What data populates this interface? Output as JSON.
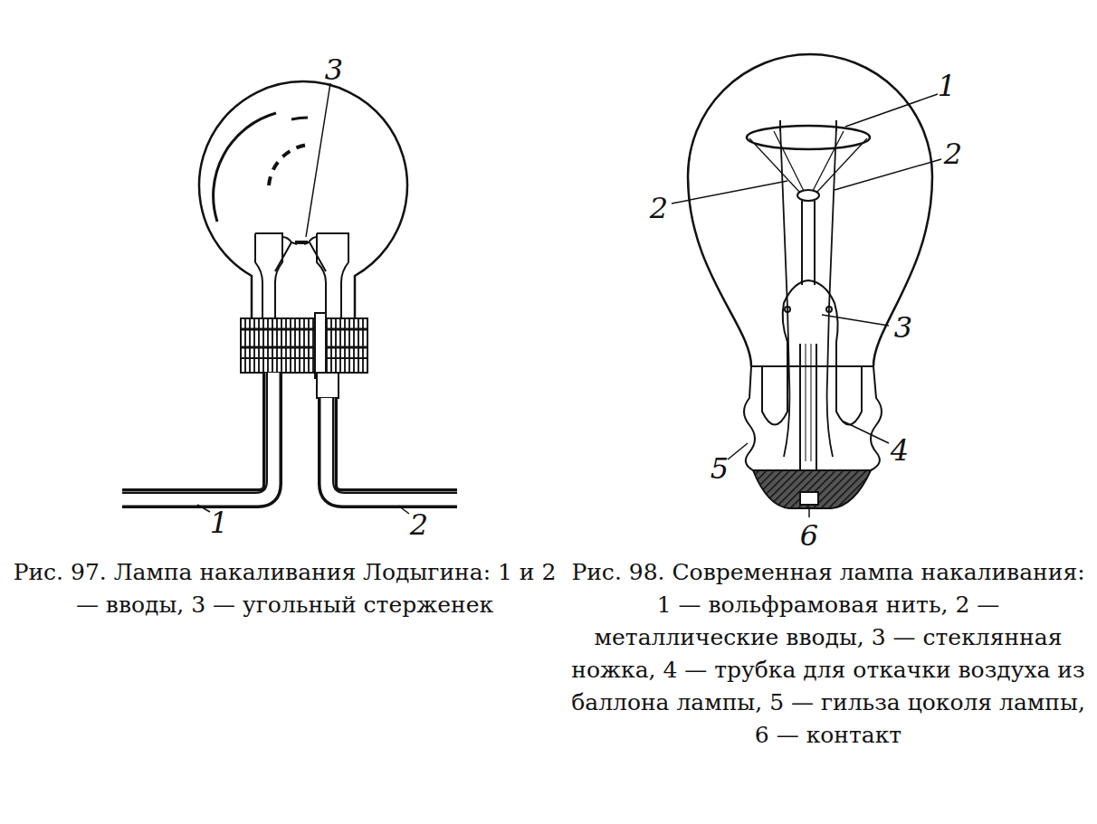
{
  "diagram": {
    "labels": [
      "3",
      "1",
      "2",
      "1",
      "2",
      "2",
      "3",
      "4",
      "5",
      "6",
      "Рис. 97. Лампа накаливания Лодыгина: 1 и 2 — вводы, 3 — угольный стерженек",
      "Рис. 98. Современная лампа накаливания: 1 — вольфрамовая нить, 2 — металлические вводы, 3 — стеклянная ножка, 4 — трубка для откачки воздуха из баллона лампы, 5 — гильза цоколя лампы, 6 — контакт"
    ]
  }
}
